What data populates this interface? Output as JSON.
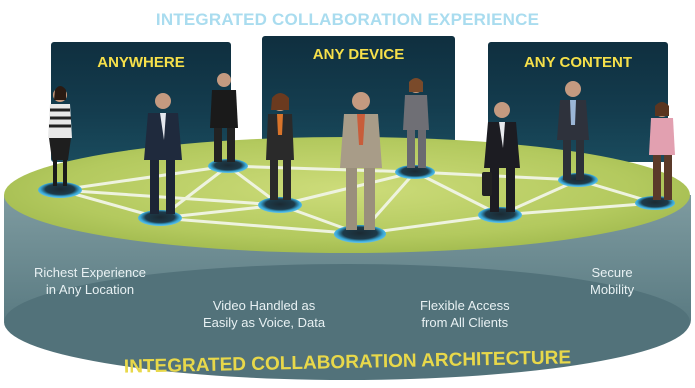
{
  "header": {
    "title": "INTEGRATED COLLABORATION EXPERIENCE"
  },
  "panels": [
    {
      "label": "ANYWHERE"
    },
    {
      "label": "ANY DEVICE"
    },
    {
      "label": "ANY CONTENT"
    }
  ],
  "captions": {
    "richest": [
      "Richest Experience",
      "in Any Location"
    ],
    "video": [
      "Video Handled as",
      "Easily as Voice, Data"
    ],
    "flexible": [
      "Flexible Access",
      "from All Clients"
    ],
    "secure": [
      "Secure",
      "Mobility"
    ]
  },
  "footer": {
    "title": "INTEGRATED COLLABORATION ARCHITECTURE"
  },
  "colors": {
    "title_light_blue": "#a9dcef",
    "panel_label_yellow": "#f6e04a",
    "arch_yellow": "#e8d84a",
    "disc_top": "#b8ce64",
    "disc_side": "#6e8d93",
    "node_ring": "#38a9d8"
  },
  "icons": [
    "person-figure-icon",
    "network-node-icon"
  ]
}
